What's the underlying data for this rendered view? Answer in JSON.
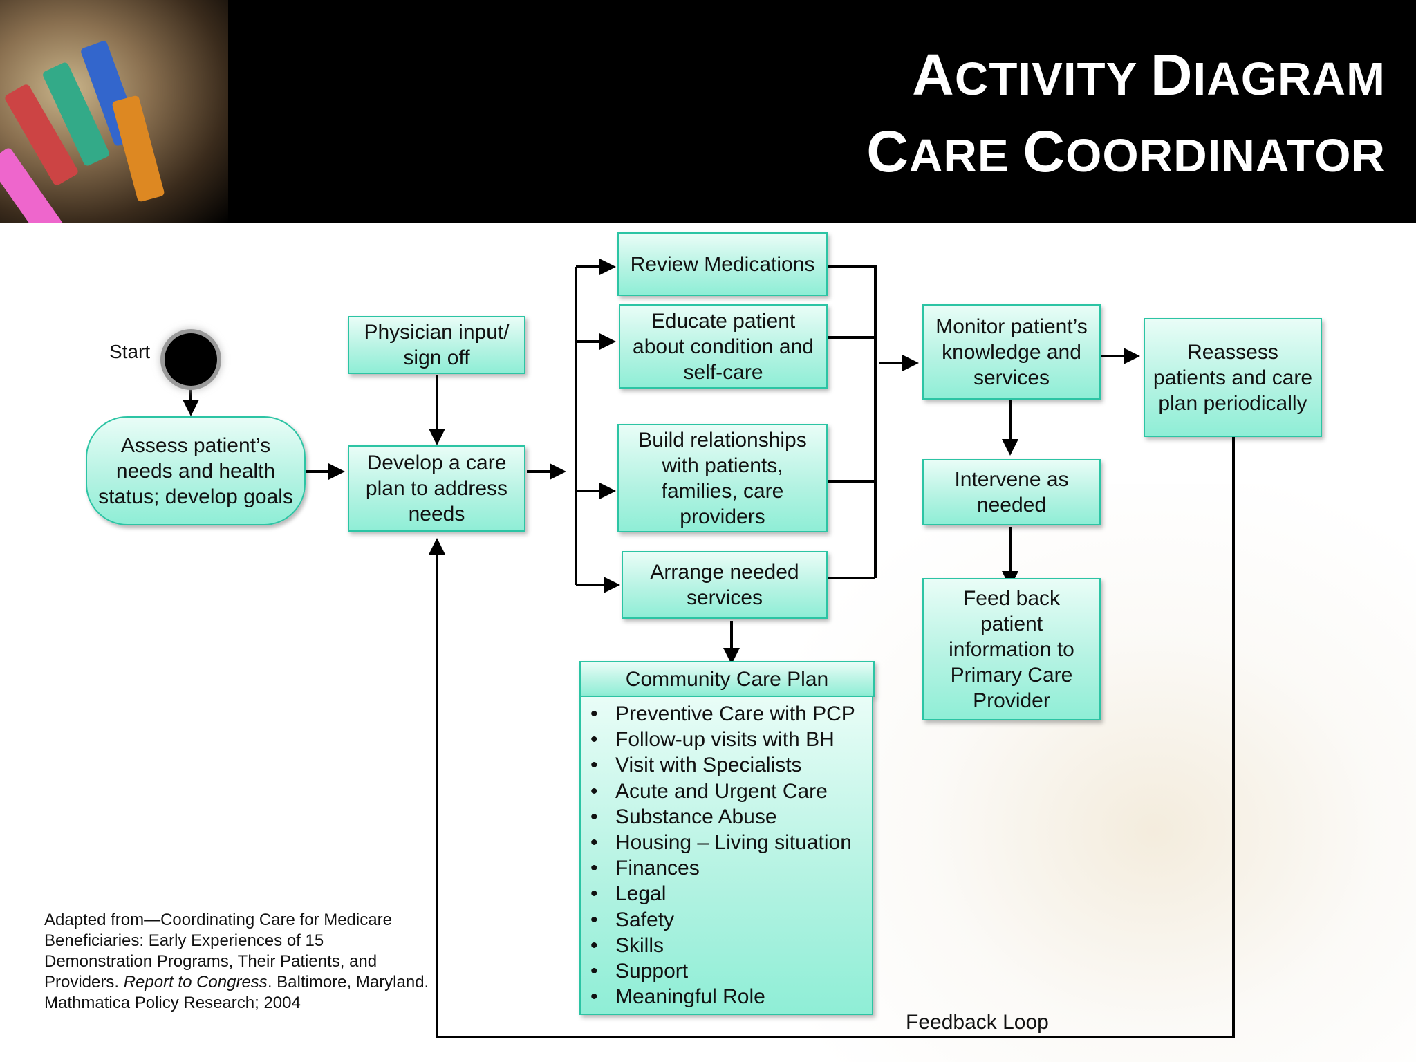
{
  "header": {
    "title_line1": {
      "first": "A",
      "rest": "CTIVITY ",
      "first2": "D",
      "rest2": "IAGRAM"
    },
    "title_line2": {
      "first": "C",
      "rest": "ARE ",
      "first2": "C",
      "rest2": "OORDINATOR"
    }
  },
  "diagram": {
    "start_label": "Start",
    "assess": "Assess patient’s needs and health status; develop goals",
    "physician": "Physician input/ sign off",
    "develop": "Develop a care plan to address needs",
    "review": "Review Medications",
    "educate": "Educate patient about condition and self-care",
    "build": "Build relationships with patients, families, care providers",
    "arrange": "Arrange needed services",
    "monitor": "Monitor patient’s knowledge and services",
    "reassess": "Reassess patients and care plan periodically",
    "intervene": "Intervene as needed",
    "feedback": "Feed back patient information to Primary Care Provider",
    "community_title": "Community Care Plan",
    "community_items": [
      "Preventive Care with PCP",
      "Follow-up visits with BH",
      "Visit with Specialists",
      "Acute and Urgent Care",
      "Substance Abuse",
      "Housing – Living situation",
      "Finances",
      "Legal",
      "Safety",
      "Skills",
      "Support",
      "Meaningful Role"
    ],
    "bullet": "•",
    "feedback_loop_label": "Feedback Loop"
  },
  "citation": {
    "text_before": "Adapted from—Coordinating Care for Medicare Beneficiaries: Early Experiences of 15 Demonstration Programs, Their Patients, and Providers.  ",
    "text_italic": "Report to Congress",
    "text_after": ". Baltimore, Maryland. Mathmatica Policy Research; 2004"
  }
}
